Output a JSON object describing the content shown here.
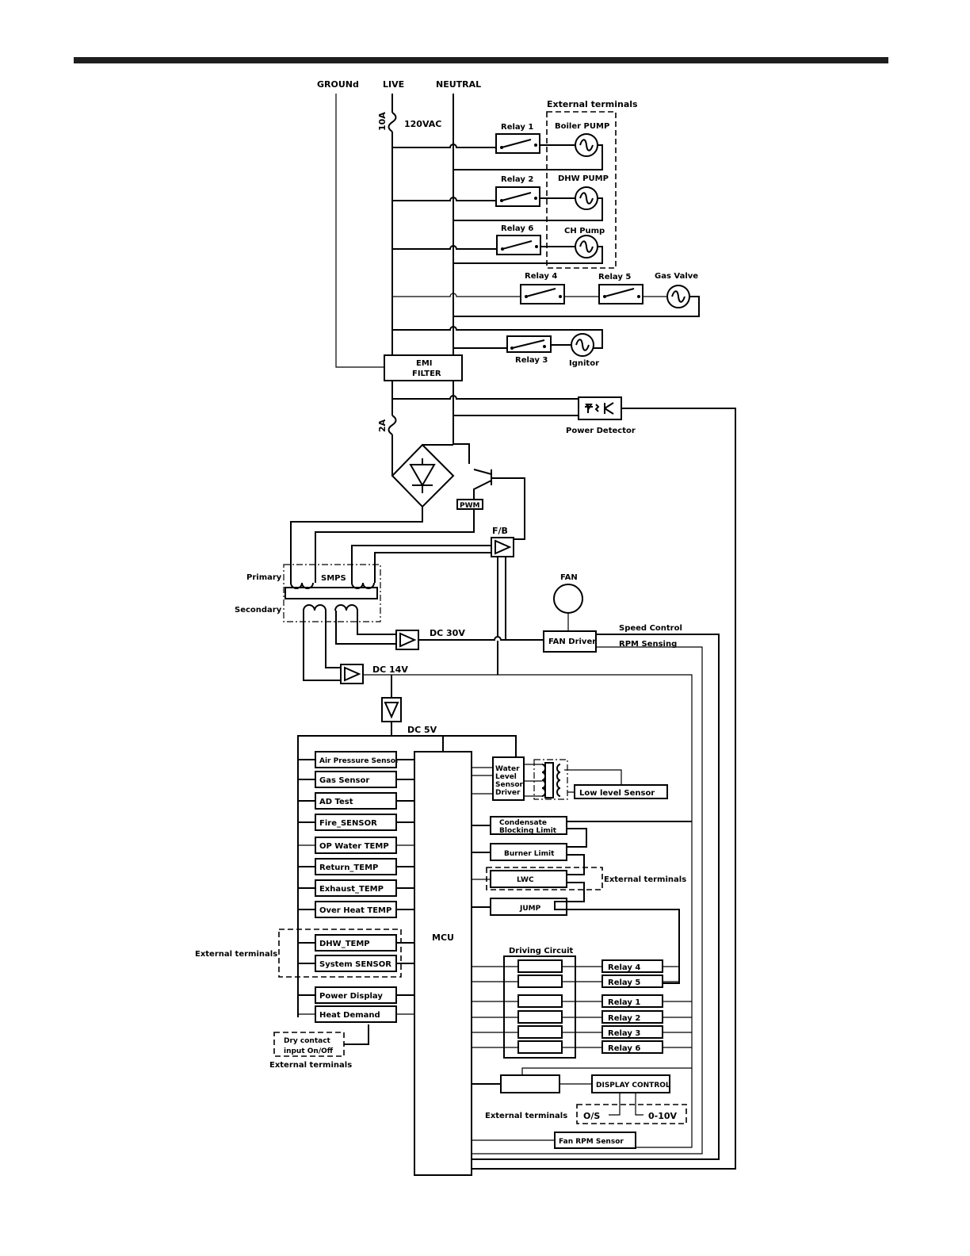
{
  "header_bar": {
    "color": "#1e1e1e"
  },
  "mains": {
    "ground": "GROUNd",
    "live": "LIVE",
    "neutral": "NEUTRAL",
    "fuse_main": "10A",
    "voltage": "120VAC",
    "fuse_secondary": "2A"
  },
  "external_terminals_label": "External terminals",
  "loads": {
    "relay1": "Relay 1",
    "relay2": "Relay 2",
    "relay6": "Relay 6",
    "relay4": "Relay 4",
    "relay5": "Relay 5",
    "relay3": "Relay 3",
    "boiler_pump": "Boiler PUMP",
    "dhw_pump": "DHW PUMP",
    "ch_pump": "CH Pump",
    "gas_valve": "Gas Valve",
    "ignitor": "Ignitor"
  },
  "power": {
    "emi_filter_line1": "EMI",
    "emi_filter_line2": "FILTER",
    "power_detector": "Power Detector",
    "pwm": "PWM",
    "fb": "F/B",
    "primary": "Primary",
    "secondary": "Secondary",
    "smps": "SMPS",
    "dc30": "DC 30V",
    "dc14": "DC 14V",
    "dc5": "DC 5V"
  },
  "fan": {
    "fan": "FAN",
    "fan_driver": "FAN Driver",
    "speed_control": "Speed Control",
    "rpm_sensing": "RPM Sensing"
  },
  "sensors": [
    "Air Pressure Sensor",
    "Gas Sensor",
    "AD Test",
    "Fire_SENSOR",
    "OP Water TEMP",
    "Return_TEMP",
    "Exhaust_TEMP",
    "Over Heat TEMP",
    "DHW_TEMP",
    "System SENSOR",
    "Power Display",
    "Heat Demand"
  ],
  "dry_contact": {
    "line1": "Dry contact",
    "line2": "input On/Off"
  },
  "mcu": "MCU",
  "water_level": {
    "driver_lines": [
      "Water",
      "Level",
      "Sensor",
      "Driver"
    ],
    "low_level_sensor": "Low level Sensor"
  },
  "limits": {
    "condensate_line1": "Condensate",
    "condensate_line2": "Blocking Limit",
    "burner_limit": "Burner Limit",
    "lwc": "LWC",
    "jump": "JUMP"
  },
  "driving_circuit": {
    "title": "Driving Circuit",
    "relays": [
      "Relay 4",
      "Relay 5",
      "Relay 1",
      "Relay 2",
      "Relay 3",
      "Relay 6"
    ]
  },
  "display": {
    "display_control": "DISPLAY CONTROL",
    "os": "O/S",
    "analog": "0-10V",
    "fan_rpm_sensor": "Fan RPM Sensor"
  }
}
